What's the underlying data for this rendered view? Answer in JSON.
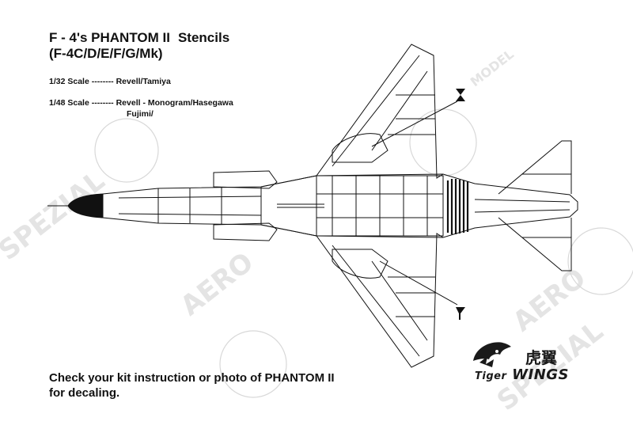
{
  "title": {
    "line1_main": "F - 4's PHANTOM II",
    "line1_sub": "Stencils",
    "line2": "(F-4C/D/E/F/G/Mk)"
  },
  "scales": {
    "scale_32": "1/32 Scale -------- Revell/Tamiya",
    "scale_48": "1/48 Scale -------- Revell - Monogram/Hasegawa",
    "scale_48_cont": "Fujimi/"
  },
  "footer": {
    "line1": "Check your kit instruction or photo of PHANTOM II",
    "line2": "for decaling."
  },
  "logo": {
    "cjk": "虎翼",
    "tiger": "Tiger",
    "wings": "WINGS"
  },
  "watermark_text": [
    "SPEZIAL",
    "AERO",
    "MODEL",
    "SPEZIAL",
    "AERO"
  ],
  "colors": {
    "ink": "#111111",
    "watermark": "#d8d8d8"
  }
}
